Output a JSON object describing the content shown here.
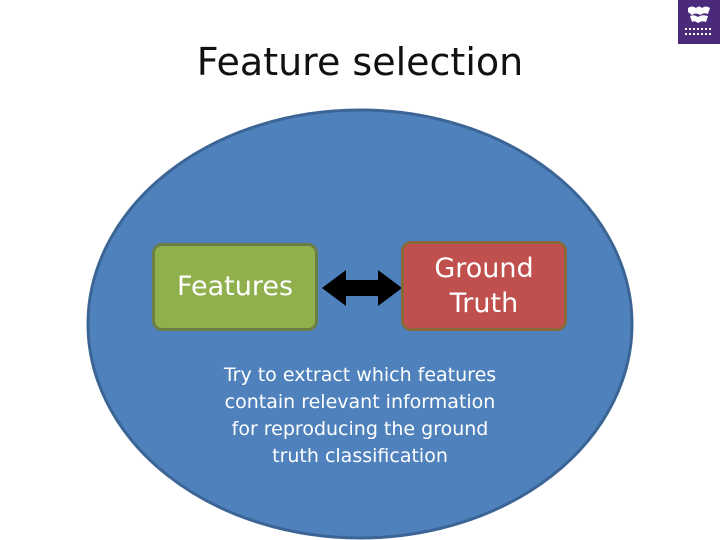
{
  "slide": {
    "title": "Feature selection",
    "features_label": "Features",
    "ground_truth_line1": "Ground",
    "ground_truth_line2": "Truth",
    "caption_lines": [
      "Try to extract which features",
      "contain relevant information",
      "for reproducing the ground",
      "truth classification"
    ]
  },
  "colors": {
    "ellipse_fill": "#4f81bd",
    "ellipse_stroke": "#3b6595",
    "features_box": "#8fb04c",
    "ground_truth_box": "#c0504d",
    "arrow": "#000000",
    "logo": "#4b2a7b"
  },
  "icons": {
    "logo": "university-crest-icon",
    "arrow": "double-headed-arrow-icon"
  }
}
